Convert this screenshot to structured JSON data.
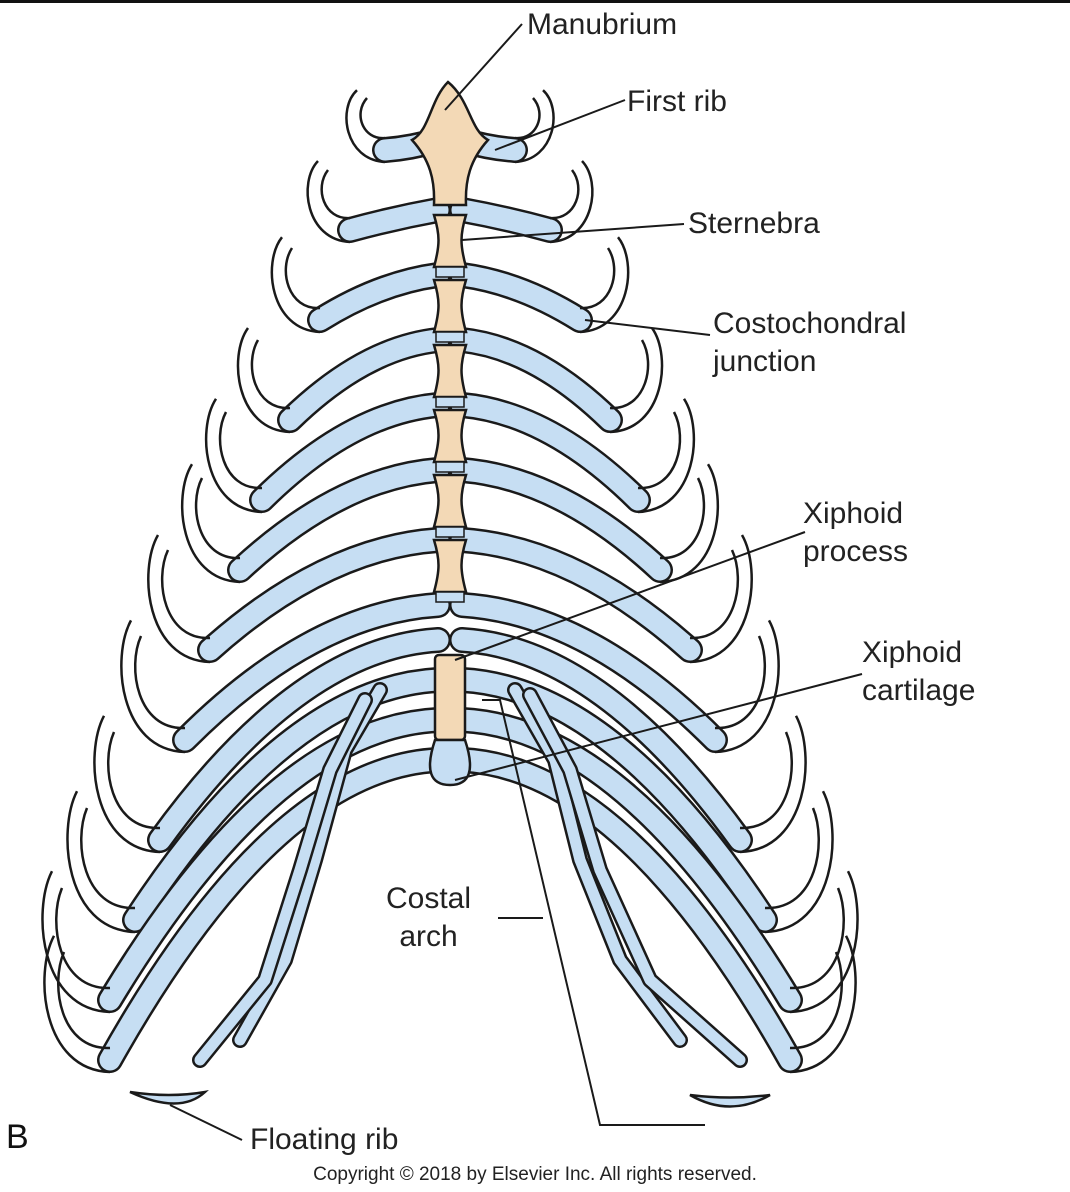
{
  "labels": {
    "manubrium": "Manubrium",
    "first_rib": "First rib",
    "sternebra": "Sternebra",
    "costochondral": "Costochondral\njunction",
    "xiphoid_process": "Xiphoid\nprocess",
    "xiphoid_cartilage": "Xiphoid\ncartilage",
    "costal_arch": "Costal\narch",
    "floating_rib": "Floating rib"
  },
  "panel_letter": "B",
  "copyright": "Copyright © 2018 by Elsevier Inc. All rights reserved.",
  "colors": {
    "bone": "#f3d9b6",
    "cartilage": "#c6def3",
    "outline": "#1a1a1a"
  }
}
